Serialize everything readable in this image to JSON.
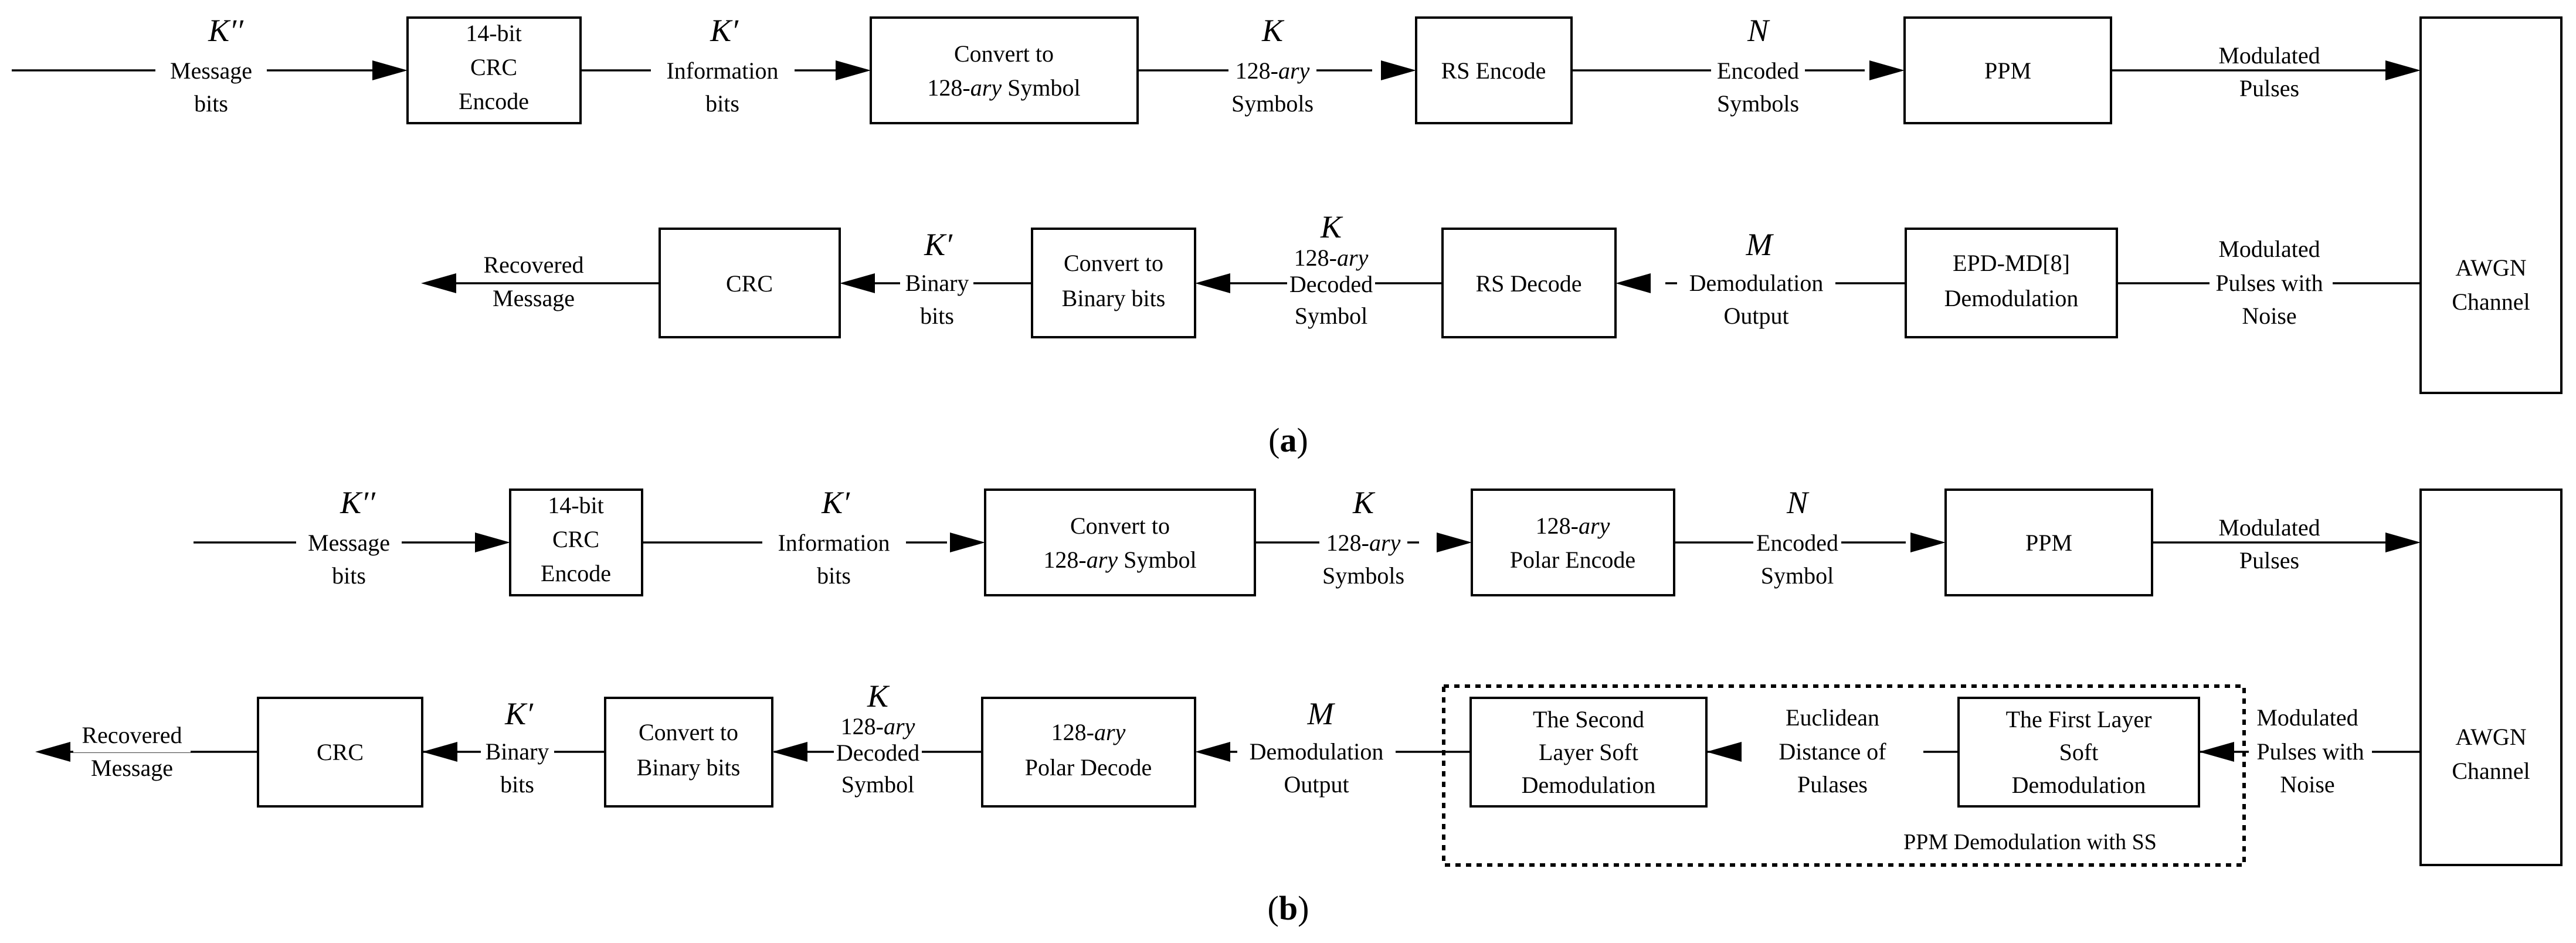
{
  "panel_a": {
    "caption": [
      "(",
      "a",
      ")"
    ],
    "tx_input": {
      "symbol": "K′′",
      "label": [
        "Message",
        "bits"
      ]
    },
    "crc_encode": [
      "14-bit",
      "CRC",
      "Encode"
    ],
    "info": {
      "symbol": "K′",
      "label": [
        "Information",
        "bits"
      ]
    },
    "convert": {
      "line1": "Convert to",
      "line2_pre": "128-",
      "line2_it": "ary",
      "line2_post": " Symbol"
    },
    "sym128": {
      "symbol": "K",
      "line1_pre": "128-",
      "line1_it": "ary",
      "line2": "Symbols"
    },
    "rs_encode": "RS  Encode",
    "encoded": {
      "symbol": "N",
      "label": [
        "Encoded",
        "Symbols"
      ]
    },
    "ppm": "PPM",
    "modulated": [
      "Modulated",
      "Pulses"
    ],
    "awgn": [
      "AWGN",
      "Channel"
    ],
    "noisy": [
      "Modulated",
      "Pulses with",
      "Noise"
    ],
    "demod": [
      "EPD-MD[8]",
      "Demodulation"
    ],
    "demod_out": {
      "symbol": "M",
      "label": [
        "Demodulation",
        "Output"
      ]
    },
    "rs_decode": "RS Decode",
    "decoded": {
      "symbol": "K",
      "line1_pre": "128-",
      "line1_it": "ary",
      "line2": "Decoded",
      "line3": "Symbol"
    },
    "to_binary": [
      "Convert to",
      "Binary bits"
    ],
    "binary": {
      "symbol": "K′",
      "label": [
        "Binary",
        "bits"
      ]
    },
    "crc": "CRC",
    "recovered": [
      "Recovered",
      "Message"
    ]
  },
  "panel_b": {
    "caption": [
      "(",
      "b",
      ")"
    ],
    "tx_input": {
      "symbol": "K′′",
      "label": [
        "Message",
        "bits"
      ]
    },
    "crc_encode": [
      "14-bit",
      "CRC",
      "Encode"
    ],
    "info": {
      "symbol": "K′",
      "label": [
        "Information",
        "bits"
      ]
    },
    "convert": {
      "line1": "Convert to",
      "line2_pre": "128-",
      "line2_it": "ary",
      "line2_post": " Symbol"
    },
    "sym128": {
      "symbol": "K",
      "line1_pre": "128-",
      "line1_it": "ary",
      "line2": "Symbols"
    },
    "polar_encode": {
      "line1_pre": "128-",
      "line1_it": "ary",
      "line2": "Polar Encode"
    },
    "encoded": {
      "symbol": "N",
      "label": [
        "Encoded",
        "Symbol"
      ]
    },
    "ppm": "PPM",
    "modulated": [
      "Modulated",
      "Pulses"
    ],
    "awgn": [
      "AWGN",
      "Channel"
    ],
    "noisy": [
      "Modulated",
      "Pulses with",
      "Noise"
    ],
    "first_layer": [
      "The First Layer",
      "Soft",
      "Demodulation"
    ],
    "euclid": [
      "Euclidean",
      "Distance of",
      "Pulases"
    ],
    "second_layer": [
      "The Second",
      "Layer Soft",
      "Demodulation"
    ],
    "ss_group": "PPM Demodulation with SS",
    "demod_out": {
      "symbol": "M",
      "label": [
        "Demodulation",
        "Output"
      ]
    },
    "polar_decode": {
      "line1_pre": "128-",
      "line1_it": "ary",
      "line2": "Polar Decode"
    },
    "decoded": {
      "symbol": "K",
      "line1_pre": "128-",
      "line1_it": "ary",
      "line2": "Decoded",
      "line3": "Symbol"
    },
    "to_binary": [
      "Convert to",
      "Binary bits"
    ],
    "binary": {
      "symbol": "K′",
      "label": [
        "Binary",
        "bits"
      ]
    },
    "crc": "CRC",
    "recovered": [
      "Recovered",
      "Message"
    ]
  }
}
